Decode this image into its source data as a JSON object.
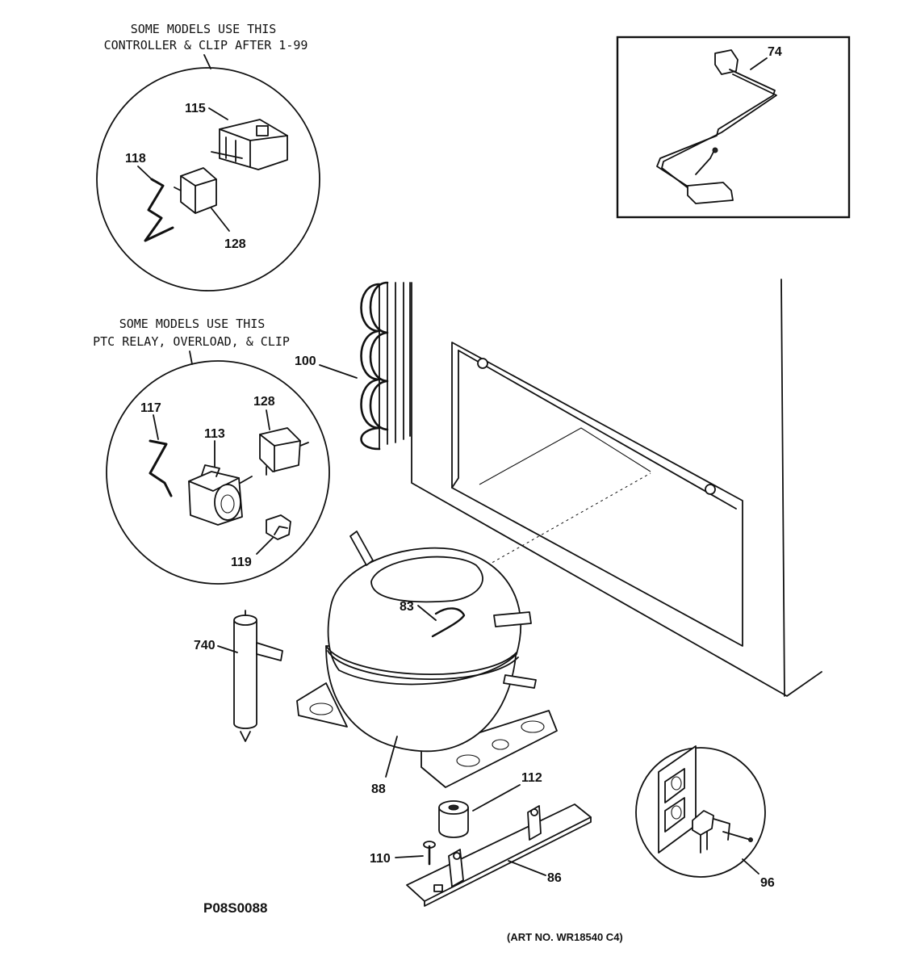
{
  "captions": {
    "controller_line1": "SOME MODELS USE THIS",
    "controller_line2": "CONTROLLER & CLIP AFTER 1-99",
    "ptc_line1": "SOME MODELS USE THIS",
    "ptc_line2": "PTC RELAY, OVERLOAD, & CLIP"
  },
  "callouts": {
    "c115": "115",
    "c118": "118",
    "c128a": "128",
    "c74": "74",
    "c100": "100",
    "c117": "117",
    "c128b": "128",
    "c113": "113",
    "c119": "119",
    "c83": "83",
    "c740": "740",
    "c88": "88",
    "c112": "112",
    "c110": "110",
    "c86": "86",
    "c96": "96"
  },
  "diagram_code": "P08S0088",
  "art_number": "(ART NO. WR18540 C4)"
}
